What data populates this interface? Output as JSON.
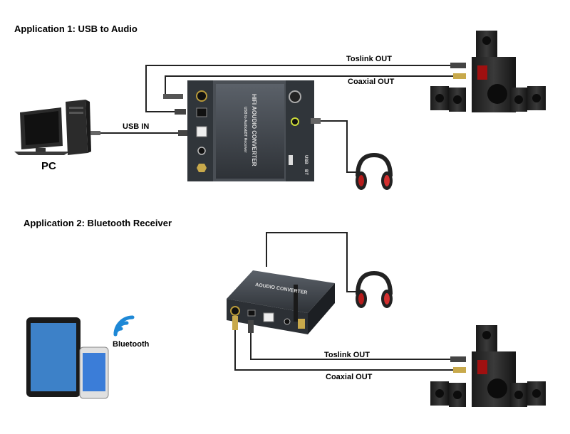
{
  "section1": {
    "title": "Application 1: USB to Audio",
    "usb_label": "USB IN",
    "toslink_label": "Toslink OUT",
    "coaxial_label": "Coaxial OUT",
    "pc_label": "PC",
    "device_title": "HIFI AOUDIO CONVERTER",
    "device_subtitle": "USB to Audio&BT Receiver",
    "usb_switch_top": "USB",
    "usb_switch_bottom": "BT"
  },
  "section2": {
    "title": "Application 2: Bluetooth Receiver",
    "bluetooth_label": "Bluetooth",
    "toslink_label": "Toslink OUT",
    "coaxial_label": "Coaxial OUT",
    "device_title": "AOUDIO CONVERTER"
  },
  "colors": {
    "device_body": "#3b4046",
    "cable": "#222222",
    "bluetooth": "#1e88d6"
  }
}
